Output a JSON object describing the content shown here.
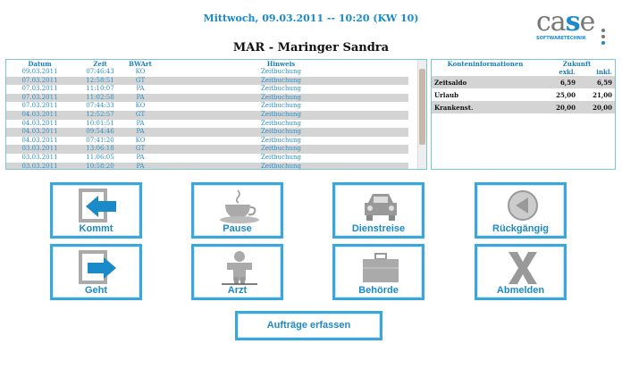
{
  "header": {
    "datetime": "Mittwoch, 09.03.2011 -- 10:20 (KW 10)",
    "logo": "case",
    "logo_sub": "SOFTWARETECHNIK"
  },
  "user_title": "MAR - Maringer Sandra",
  "bookings": {
    "columns": [
      "Datum",
      "Zeit",
      "BWArt",
      "Hinweis"
    ],
    "rows": [
      [
        "09.03.2011",
        "07:46:43",
        "KO",
        "Zeitbuchung"
      ],
      [
        "07.03.2011",
        "12:58:51",
        "GT",
        "Zeitbuchung"
      ],
      [
        "07.03.2011",
        "11:10:07",
        "PA",
        "Zeitbuchung"
      ],
      [
        "07.03.2011",
        "11:02:58",
        "PA",
        "Zeitbuchung"
      ],
      [
        "07.03.2011",
        "07:44:33",
        "KO",
        "Zeitbuchung"
      ],
      [
        "04.03.2011",
        "12:52:57",
        "GT",
        "Zeitbuchung"
      ],
      [
        "04.03.2011",
        "10:01:51",
        "PA",
        "Zeitbuchung"
      ],
      [
        "04.03.2011",
        "09:54:46",
        "PA",
        "Zeitbuchung"
      ],
      [
        "04.03.2011",
        "07:41:20",
        "KO",
        "Zeitbuchung"
      ],
      [
        "03.03.2011",
        "13:06:18",
        "GT",
        "Zeitbuchung"
      ],
      [
        "03.03.2011",
        "11:06:05",
        "PA",
        "Zeitbuchung"
      ],
      [
        "03.03.2011",
        "10:58:20",
        "PA",
        "Zeitbuchung"
      ]
    ]
  },
  "accounts": {
    "header": "Konteninformationen",
    "future": "Zukunft",
    "excl": "exkl.",
    "incl": "inkl.",
    "rows": [
      [
        "Zeitsaldo",
        "6,59",
        "6,59"
      ],
      [
        "Urlaub",
        "25,00",
        "21,00"
      ],
      [
        "Krankenst.",
        "20,00",
        "20,00"
      ]
    ]
  },
  "buttons": {
    "kommt": "Kommt",
    "pause": "Pause",
    "dienstreise": "Dienstreise",
    "rueckgaengig": "Rückgängig",
    "geht": "Geht",
    "arzt": "Arzt",
    "behoerde": "Behörde",
    "abmelden": "Abmelden",
    "auftraege": "Aufträge erfassen"
  }
}
